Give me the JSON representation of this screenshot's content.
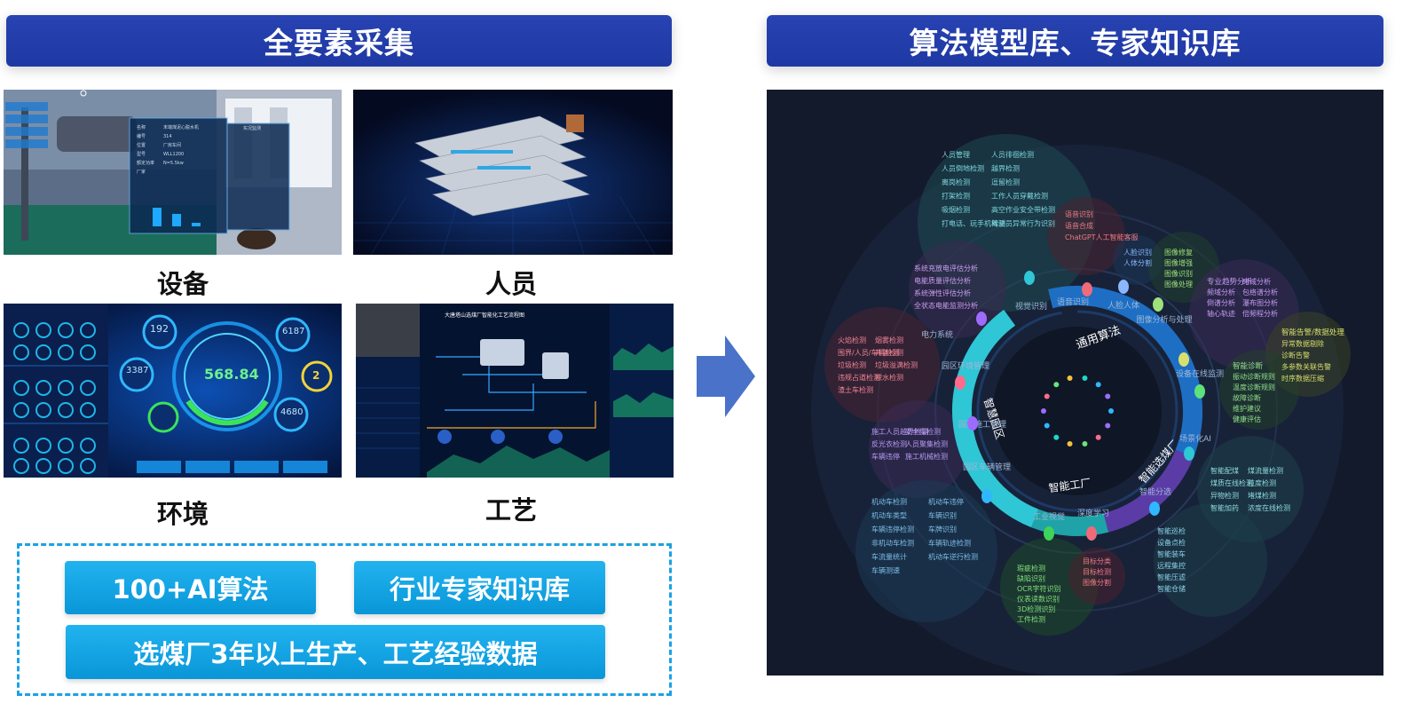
{
  "banners": {
    "left": "全要素采集",
    "right": "算法模型库、专家知识库"
  },
  "captions": {
    "equipment": "设备",
    "personnel": "人员",
    "environment": "环境",
    "process": "工艺"
  },
  "equipment_screen": {
    "fields": [
      "名称",
      "编号",
      "位置",
      "型号",
      "额定功率",
      "厂家"
    ],
    "values": [
      "末端煤泥心脱水机",
      "314",
      "厂房车间",
      "WLL1200",
      "N=5.5kw",
      ""
    ],
    "panel_title": "实况监测",
    "bar_values": [
      0.42,
      0.28,
      0.08
    ]
  },
  "env_screen": {
    "center_value": "568.84",
    "gauges": [
      "192",
      "3387",
      "6187",
      "4680"
    ],
    "badge": "2"
  },
  "process_screen": {
    "title": "大唐塔山选煤厂智能化工艺流程图"
  },
  "chips": {
    "ai": "100+AI算法",
    "kb": "行业专家知识库",
    "data": "选煤厂3年以上生产、工艺经验数据"
  },
  "ring": {
    "inner": [
      "通用算法",
      "智能选煤厂",
      "智能工厂",
      "智慧园区"
    ],
    "outer_labels": [
      "视觉识别",
      "语音识别",
      "人脸人体",
      "图像分析与处理",
      "设备在线监测",
      "场景化AI",
      "智能分选",
      "深度学习",
      "工业视觉",
      "园区车辆管理",
      "园区施工管理",
      "园区环境管理",
      "电力系统"
    ]
  },
  "clusters": {
    "personnel": [
      "人员管理",
      "人员徘徊检测",
      "人员倒地检测",
      "越界检测",
      "离岗检测",
      "逗留检测",
      "打架检测",
      "工作人员穿戴检测",
      "吸烟检测",
      "高空作业安全带检测",
      "打电话、玩手机检测",
      "驾驶员异常行为识别"
    ],
    "voice": [
      "语音识别",
      "语音合成",
      "ChatGPT人工智能客服"
    ],
    "face": [
      "人脸识别",
      "人体分割"
    ],
    "image": [
      "图像修复",
      "图像增强",
      "图像识别",
      "图像处理"
    ],
    "power": [
      "系统充放电评估分析",
      "电能质量评估分析",
      "系统弹性评估分析",
      "全状态电能监测分析"
    ],
    "pro_analysis": [
      "专业趋势分析",
      "时域分析",
      "频域分析",
      "包络谱分析",
      "倒谱分析",
      "瀑布图分析",
      "轴心轨迹",
      "倍频程分析"
    ],
    "alarm": [
      "智能告警/数据处理",
      "异常数据剔除",
      "诊断告警",
      "多参数关联告警",
      "时序数据压缩"
    ],
    "diagnosis": [
      "智能诊断",
      "振动诊断规则",
      "温度诊断规则",
      "故障诊断",
      "维护建议",
      "健康评估"
    ],
    "env": [
      "火焰检测",
      "烟雾检测",
      "围界/人员/车辆检测",
      "井盖检测",
      "垃圾检测",
      "垃圾溢满检测",
      "违规占道检测",
      "积水检测",
      "渣土车检测"
    ],
    "construction": [
      "施工人员越界检测",
      "安全帽检测",
      "反光衣检测",
      "人员聚集检测",
      "车辆违停",
      "施工机械检测"
    ],
    "sorting": [
      "智能配煤",
      "煤流量检测",
      "煤质在线检测",
      "粒度检测",
      "异物检测",
      "堵煤检测",
      "智能加药",
      "浓度在线检测"
    ],
    "vehicle": [
      "机动车检测",
      "机动车违停",
      "机动车类型",
      "车辆识别",
      "车辆违停检测",
      "车牌识别",
      "非机动车检测",
      "车辆轨迹检测",
      "车流量统计",
      "机动车逆行检测",
      "车辆测速"
    ],
    "vision": [
      "瑕疵检测",
      "缺陷识别",
      "OCR字符识别",
      "仪表读数识别",
      "3D检测识别",
      "工件检测"
    ],
    "deep": [
      "目标分类",
      "目标检测",
      "图像分割"
    ],
    "smart": [
      "智能巡检",
      "设备点检",
      "智能装车",
      "远程集控",
      "智能压滤",
      "智能仓储"
    ]
  },
  "colors": {
    "banner": "#2843b2",
    "chip": "#12a6e6",
    "arrow": "#4a72c9",
    "ring_blue": "#1e6fc4",
    "ring_cyan": "#2fc6d6",
    "ring_purple": "#5b3ca6",
    "ring_teal": "#1fa3a8",
    "panel_bg": "#131a2c"
  },
  "icons": [
    "right-arrow-icon",
    "search-icon"
  ]
}
